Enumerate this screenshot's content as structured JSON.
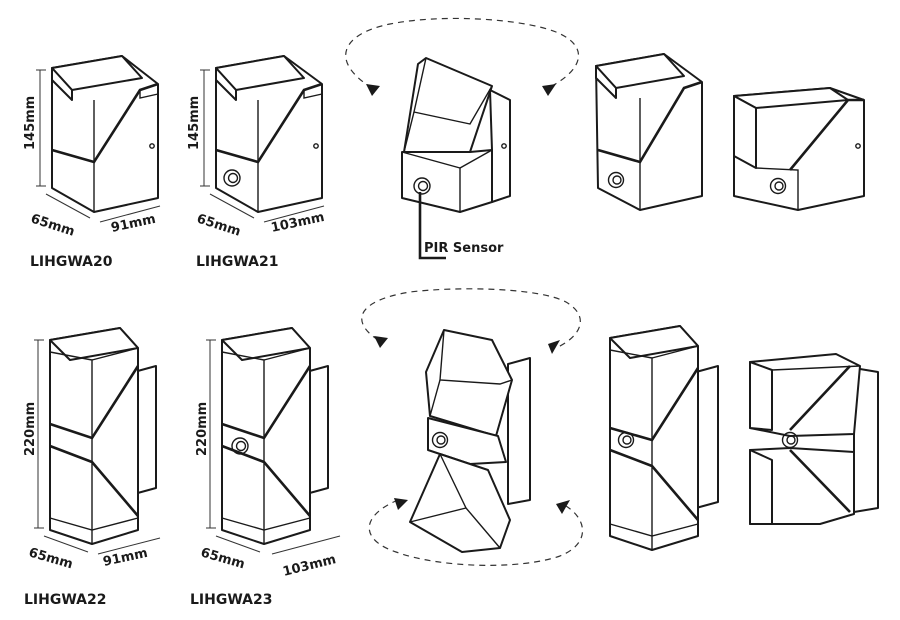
{
  "products": [
    {
      "model": "LIHGWA20",
      "height": "145mm",
      "depth": "65mm",
      "width": "91mm"
    },
    {
      "model": "LIHGWA21",
      "height": "145mm",
      "depth": "65mm",
      "width": "103mm"
    },
    {
      "model": "LIHGWA22",
      "height": "220mm",
      "depth": "65mm",
      "width": "91mm"
    },
    {
      "model": "LIHGWA23",
      "height": "220mm",
      "depth": "65mm",
      "width": "103mm"
    }
  ],
  "callout": {
    "pir_label": "PIR Sensor"
  },
  "colors": {
    "line": "#1a1a1a",
    "background": "#ffffff"
  }
}
